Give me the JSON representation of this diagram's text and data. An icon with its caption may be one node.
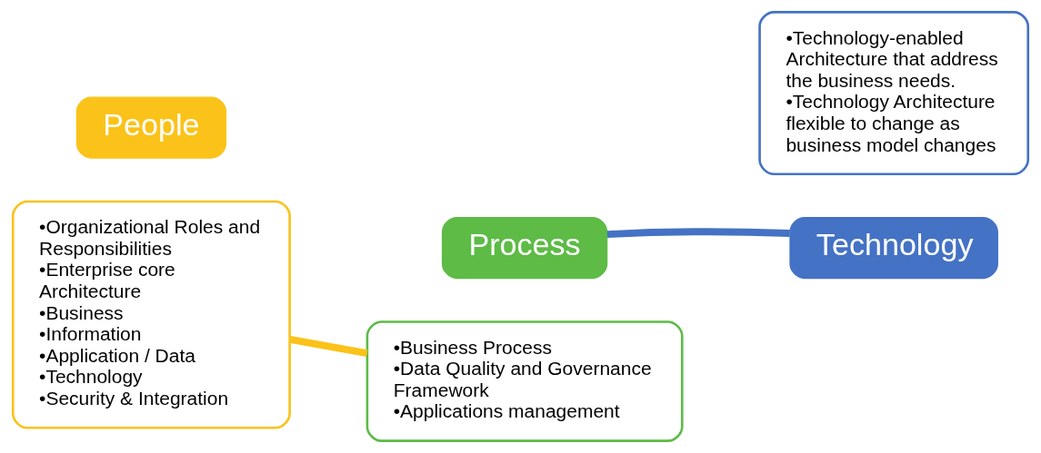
{
  "diagram": {
    "nodes": [
      {
        "text": [
          "•Organizational Roles and Responsibilities",
          "•Enterprise core Architecture",
          "•Business",
          "•Information",
          "•Application / Data",
          "•Technology",
          "•Security & Integration"
        ]
      },
      {
        "text": [
          "People"
        ]
      },
      {
        "text": [
          "Process"
        ]
      },
      {
        "text": [
          "•Business Process",
          "•Data Quality and Governance Framework",
          "•Applications management"
        ]
      },
      {
        "text": [
          "Technology"
        ]
      },
      {
        "text": [
          "•Technology-enabled Architecture that address the business needs.",
          "•Technology Architecture flexible to change as business model changes"
        ]
      }
    ],
    "edges": [
      {
        "from": 0,
        "to": 3,
        "arrow": "none",
        "color": "#fbc219"
      },
      {
        "from": 2,
        "to": 4,
        "arrow": "none",
        "color": "#4472c4"
      }
    ]
  }
}
